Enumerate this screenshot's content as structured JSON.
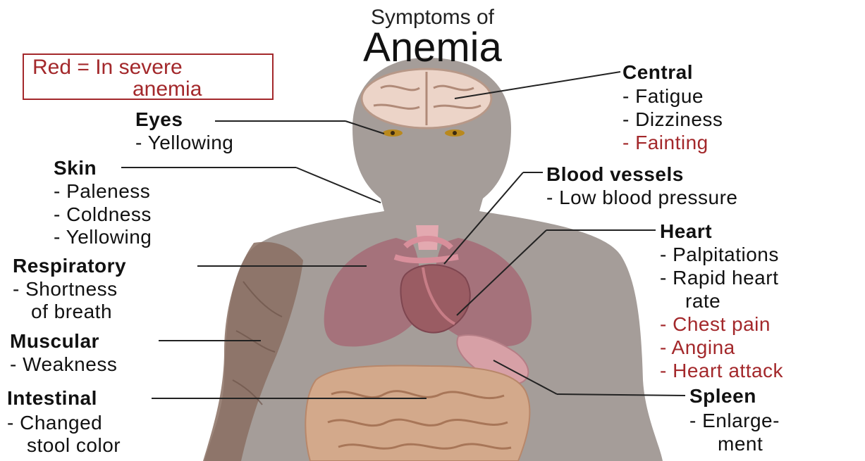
{
  "title": {
    "line1": "Symptoms of",
    "line2": "Anemia"
  },
  "legend": {
    "line1": "Red = In severe",
    "line2": "anemia"
  },
  "colors": {
    "severe": "#a3282b",
    "body": "#a59d99",
    "text": "#111111",
    "leader": "#222222"
  },
  "groups": {
    "eyes": {
      "heading": "Eyes",
      "items": [
        "- Yellowing"
      ]
    },
    "skin": {
      "heading": "Skin",
      "items": [
        "- Paleness",
        "- Coldness",
        "- Yellowing"
      ]
    },
    "respiratory": {
      "heading": "Respiratory",
      "items": [
        "- Shortness",
        "of breath"
      ]
    },
    "muscular": {
      "heading": "Muscular",
      "items": [
        "- Weakness"
      ]
    },
    "intestinal": {
      "heading": "Intestinal",
      "items": [
        "- Changed",
        "stool color"
      ]
    },
    "central": {
      "heading": "Central",
      "items": [
        "- Fatigue",
        "- Dizziness",
        "- Fainting"
      ]
    },
    "blood_vessels": {
      "heading": "Blood vessels",
      "items": [
        "- Low blood pressure"
      ]
    },
    "heart": {
      "heading": "Heart",
      "items": [
        "- Palpitations",
        "- Rapid heart",
        "rate",
        "- Chest pain",
        "- Angina",
        "- Heart attack"
      ]
    },
    "spleen": {
      "heading": "Spleen",
      "items": [
        "- Enlarge-",
        "ment"
      ]
    }
  }
}
